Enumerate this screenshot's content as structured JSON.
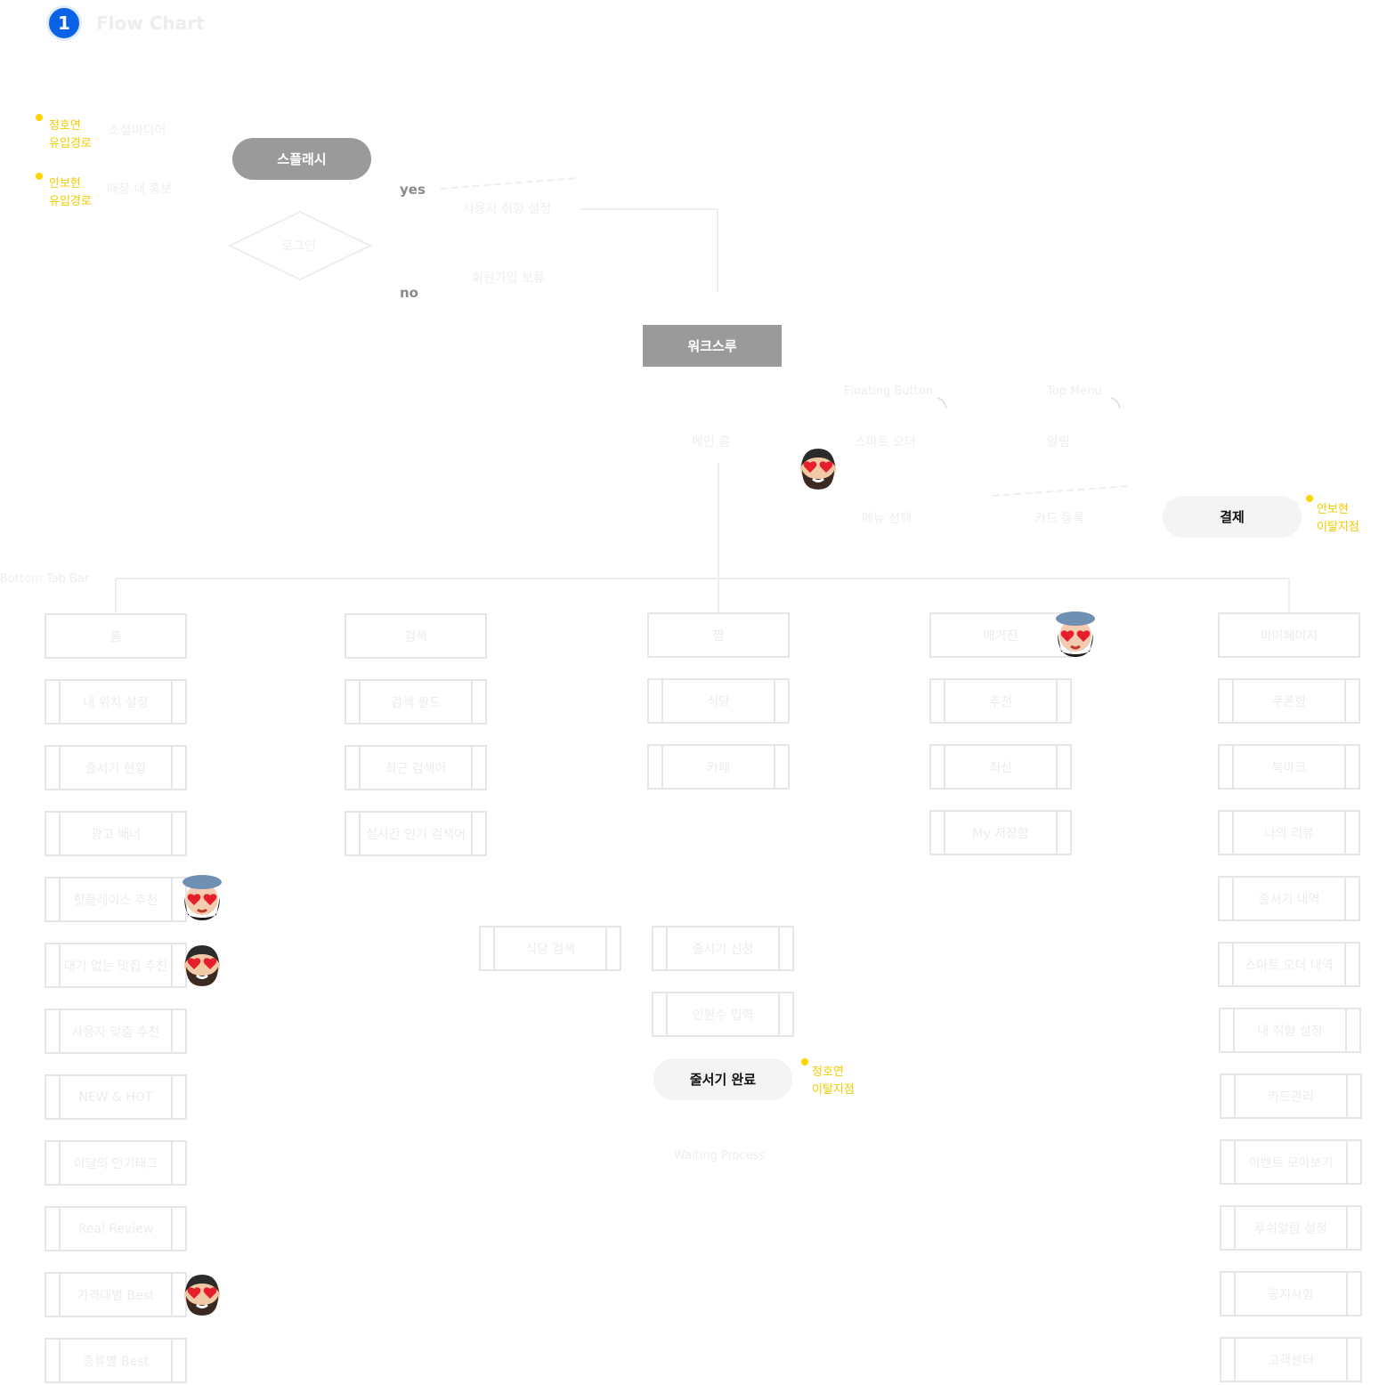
{
  "header": {
    "step_number": "1",
    "title": "Flow Chart"
  },
  "notes": {
    "entry1": {
      "name": "정호연",
      "label": "유입경로",
      "channel": "소셜미디어"
    },
    "entry2": {
      "name": "안보현",
      "label": "유입경로",
      "channel": "매장 내 홍보"
    },
    "exit_payment": {
      "name": "안보현",
      "label": "이탈지점"
    },
    "exit_queue": {
      "name": "정호연",
      "label": "이탈지점"
    }
  },
  "flow": {
    "splash": "스플래시",
    "login": "로그인",
    "yes": "yes",
    "no": "no",
    "preference": "사용자 취향 설정",
    "signup_hold": "회원가입 보류",
    "walkthrough": "워크스루",
    "floating_button": "Floating Button",
    "top_menu": "Top Menu",
    "main_home": "메인 홈",
    "smart_order": "스마트 오더",
    "notification": "알림",
    "menu_select": "메뉴 선택",
    "card_register": "카드 등록",
    "payment": "결제",
    "bottom_tab_bar": "Bottom Tab Bar",
    "waiting_process": "Waiting Process"
  },
  "columns": {
    "home": {
      "title": "홈",
      "items": [
        "내 위치 설정",
        "줄서기 현황",
        "광고 배너",
        "핫플레이스 추천",
        "대기 없는 맛집 추천",
        "사용자 맞춤 추천",
        "NEW & HOT",
        "이달의 인기태그",
        "Real Review",
        "가격대별 Best",
        "종류별 Best"
      ]
    },
    "search": {
      "title": "검색",
      "items": [
        "검색 필드",
        "최근 검색어",
        "실시간 인기 검색어"
      ]
    },
    "favorite": {
      "title": "찜",
      "items": [
        "식당",
        "카페"
      ]
    },
    "magazine": {
      "title": "매거진",
      "items": [
        "추천",
        "최신",
        "My 저장함"
      ]
    },
    "mypage": {
      "title": "마이페이지",
      "items": [
        "쿠폰함",
        "북마크",
        "나의 리뷰",
        "줄서기 내역",
        "스마트 오더 내역",
        "내 취향 설정",
        "카드관리",
        "이벤트 모아보기",
        "푸쉬알람 설정",
        "공지사항",
        "고객센터"
      ]
    }
  },
  "waiting": {
    "restaurant_search": "식당 검색",
    "queue_apply": "줄서기 신청",
    "party_input": "인원수 입력",
    "queue_done": "줄서기 완료"
  },
  "colors": {
    "accent_blue": "#0a62e6",
    "note_yellow": "#f2cc00",
    "node_gray": "#9a9a9a"
  },
  "icons": [
    "heart-eyes-man-avatar",
    "heart-eyes-woman-avatar"
  ]
}
